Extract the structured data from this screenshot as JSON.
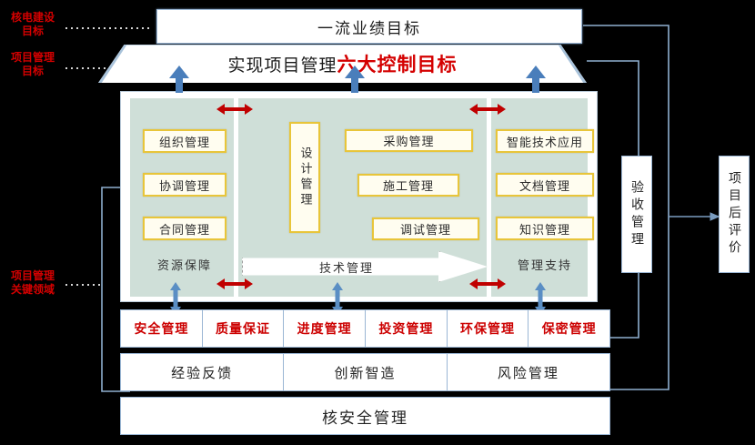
{
  "side_labels": {
    "nuclear_goal": "核电建设\n目标",
    "pm_goal": "项目管理\n目标",
    "key_areas": "项目管理\n关键领域"
  },
  "banners": {
    "top": "一流业绩目标",
    "second_prefix": "实现项目管理",
    "second_highlight": "六大控制目标"
  },
  "columns": {
    "resource": {
      "caption": "资源保障",
      "items": [
        "组织管理",
        "协调管理",
        "合同管理"
      ]
    },
    "technical": {
      "caption": "技术管理",
      "design": "设计管理",
      "items": [
        "采购管理",
        "施工管理",
        "调试管理"
      ]
    },
    "support": {
      "caption": "管理支持",
      "items": [
        "智能技术应用",
        "文档管理",
        "知识管理"
      ]
    }
  },
  "control_objectives": [
    "安全管理",
    "质量保证",
    "进度管理",
    "投资管理",
    "环保管理",
    "保密管理"
  ],
  "support_rows": [
    "经验反馈",
    "创新智造",
    "风险管理"
  ],
  "nuclear_safety": "核安全管理",
  "right_boxes": {
    "acceptance": "验收管理",
    "post_evaluation": "项目后评价"
  },
  "colors": {
    "red_label": "#d40000",
    "teal_panel": "#cfdfd8",
    "yellow_border": "#e8c53a",
    "blue_line": "#7a9cc0",
    "blue_arrow": "#4a7ebb",
    "red_arrow": "#c00000"
  }
}
